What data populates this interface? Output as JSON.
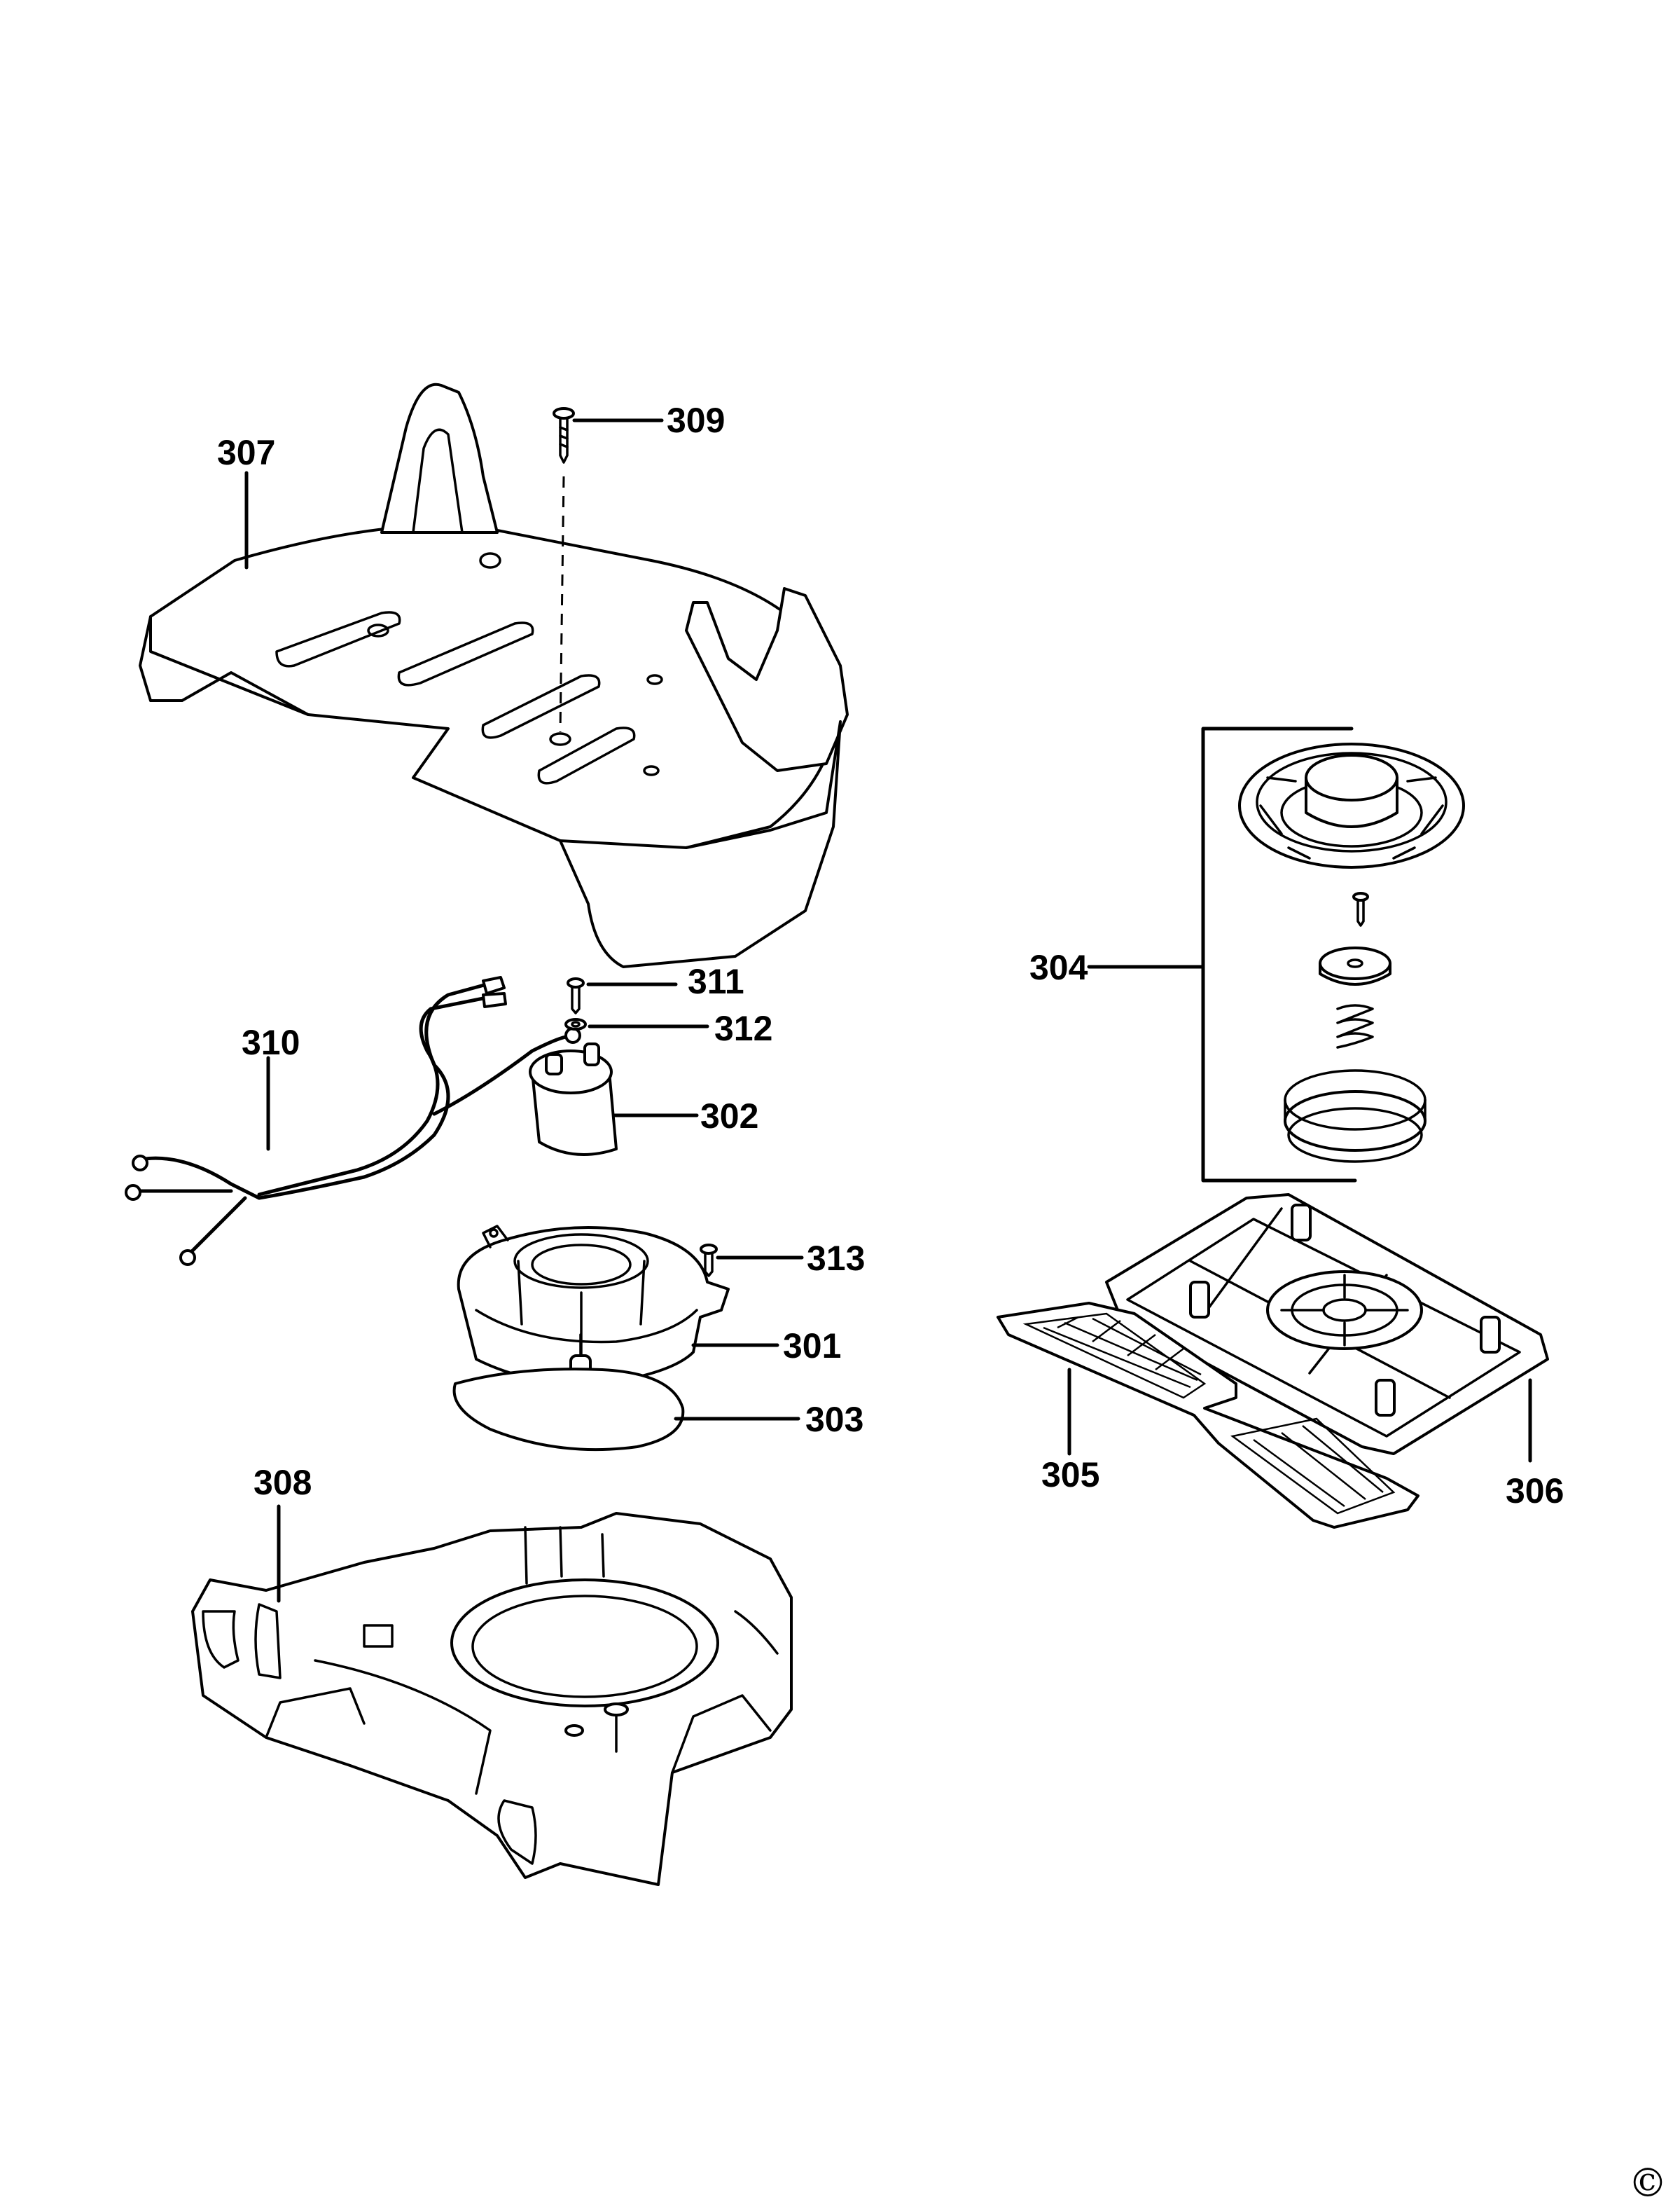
{
  "labels": {
    "p301": "301",
    "p302": "302",
    "p303": "303",
    "p304": "304",
    "p305": "305",
    "p306": "306",
    "p307": "307",
    "p308": "308",
    "p309": "309",
    "p310": "310",
    "p311": "311",
    "p312": "312",
    "p313": "313"
  },
  "copyright_mark": "©"
}
